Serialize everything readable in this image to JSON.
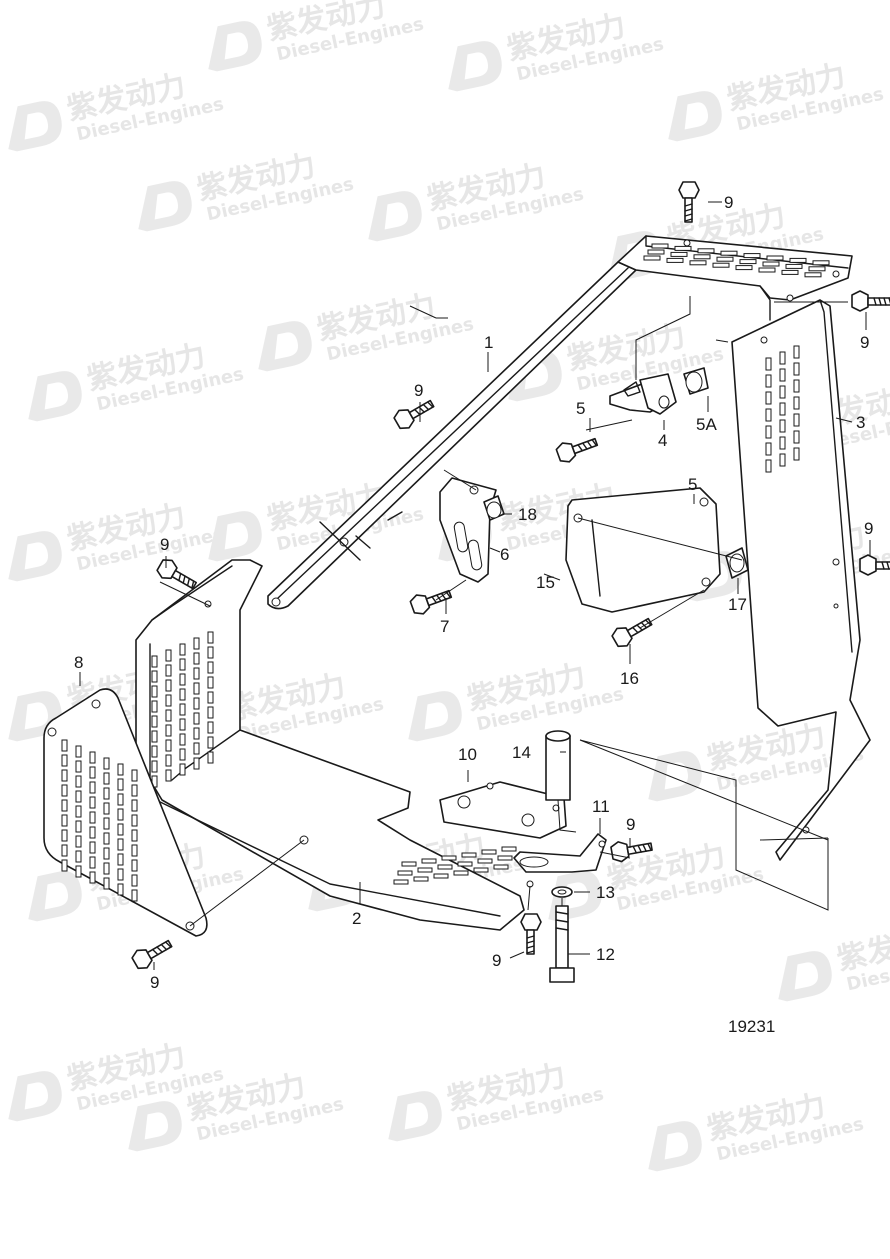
{
  "diagram_id": "19231",
  "watermark": {
    "cn": "紫发动力",
    "en": "Diesel-Engines"
  },
  "callouts": [
    {
      "id": "c1",
      "text": "1"
    },
    {
      "id": "c2",
      "text": "2"
    },
    {
      "id": "c3",
      "text": "3"
    },
    {
      "id": "c4",
      "text": "4"
    },
    {
      "id": "c5",
      "text": "5"
    },
    {
      "id": "c5b",
      "text": "5"
    },
    {
      "id": "c5a",
      "text": "5A"
    },
    {
      "id": "c6",
      "text": "6"
    },
    {
      "id": "c7",
      "text": "7"
    },
    {
      "id": "c8",
      "text": "8"
    },
    {
      "id": "c9a",
      "text": "9"
    },
    {
      "id": "c9b",
      "text": "9"
    },
    {
      "id": "c9c",
      "text": "9"
    },
    {
      "id": "c9d",
      "text": "9"
    },
    {
      "id": "c9e",
      "text": "9"
    },
    {
      "id": "c9f",
      "text": "9"
    },
    {
      "id": "c9g",
      "text": "9"
    },
    {
      "id": "c9h",
      "text": "9"
    },
    {
      "id": "c10",
      "text": "10"
    },
    {
      "id": "c11",
      "text": "11"
    },
    {
      "id": "c12",
      "text": "12"
    },
    {
      "id": "c13",
      "text": "13"
    },
    {
      "id": "c14",
      "text": "14"
    },
    {
      "id": "c15",
      "text": "15"
    },
    {
      "id": "c16",
      "text": "16"
    },
    {
      "id": "c17",
      "text": "17"
    },
    {
      "id": "c18",
      "text": "18"
    }
  ]
}
